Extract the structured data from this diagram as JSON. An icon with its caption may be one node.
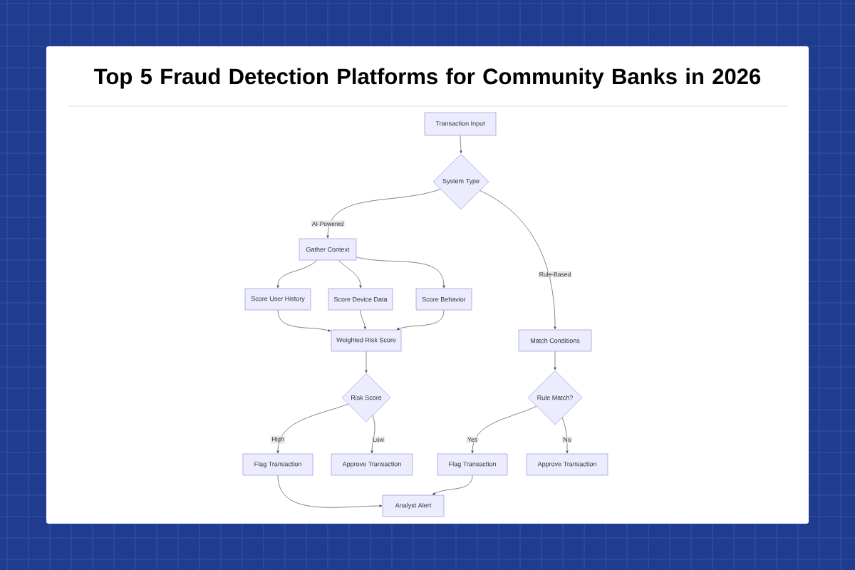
{
  "diagram": {
    "title": "Top 5 Fraud Detection Platforms for Community Banks in 2026",
    "nodes": [
      {
        "text": [
          "Transaction Input"
        ]
      },
      {
        "text": [
          "System Type"
        ]
      },
      {
        "text": [
          "Gather Context"
        ]
      },
      {
        "text": [
          "Score User History"
        ]
      },
      {
        "text": [
          "Score Device Data"
        ]
      },
      {
        "text": [
          "Score Behavior"
        ]
      },
      {
        "text": [
          "Weighted Risk Score"
        ]
      },
      {
        "text": [
          "Match Conditions"
        ]
      },
      {
        "text": [
          "Risk Score"
        ]
      },
      {
        "text": [
          "Rule Match?"
        ]
      },
      {
        "text": [
          "Flag Transaction"
        ]
      },
      {
        "text": [
          "Approve Transaction"
        ]
      },
      {
        "text": [
          "Flag Transaction"
        ]
      },
      {
        "text": [
          "Approve Transaction"
        ]
      },
      {
        "text": [
          "Analyst Alert"
        ]
      }
    ],
    "edges": [
      {
        "from": 0,
        "to": 1,
        "arrow": "to"
      },
      {
        "from": 1,
        "to": 2,
        "arrow": "to",
        "label": "AI-Powered"
      },
      {
        "from": 1,
        "to": 7,
        "arrow": "to",
        "label": "Rule-Based"
      },
      {
        "from": 2,
        "to": 3,
        "arrow": "to"
      },
      {
        "from": 2,
        "to": 4,
        "arrow": "to"
      },
      {
        "from": 2,
        "to": 5,
        "arrow": "to"
      },
      {
        "from": 3,
        "to": 6,
        "arrow": "to"
      },
      {
        "from": 4,
        "to": 6,
        "arrow": "to"
      },
      {
        "from": 5,
        "to": 6,
        "arrow": "to"
      },
      {
        "from": 6,
        "to": 8,
        "arrow": "to"
      },
      {
        "from": 7,
        "to": 9,
        "arrow": "to"
      },
      {
        "from": 8,
        "to": 10,
        "arrow": "to",
        "label": "High"
      },
      {
        "from": 8,
        "to": 11,
        "arrow": "to",
        "label": "Low"
      },
      {
        "from": 9,
        "to": 12,
        "arrow": "to",
        "label": "Yes"
      },
      {
        "from": 9,
        "to": 13,
        "arrow": "to",
        "label": "No"
      },
      {
        "from": 10,
        "to": 14,
        "arrow": "to"
      },
      {
        "from": 12,
        "to": 14,
        "arrow": "to"
      }
    ]
  }
}
